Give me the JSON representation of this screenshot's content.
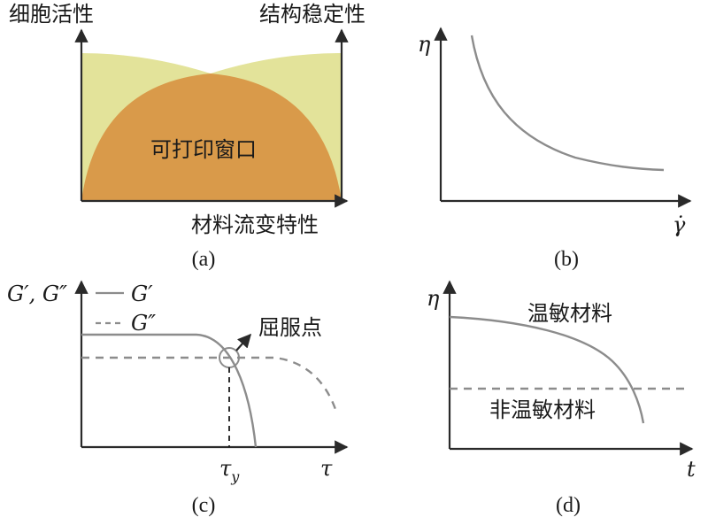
{
  "colors": {
    "outer_region": "#e3e39a",
    "window_region": "#d99a4a",
    "curve": "#8c8c8c",
    "axis": "#2a2a2a"
  },
  "panel_a": {
    "y_left_label": "细胞活性",
    "y_right_label": "结构稳定性",
    "x_label": "材料流变特性",
    "region_label": "可打印窗口",
    "caption": "(a)"
  },
  "panel_b": {
    "y_label": "η",
    "x_label": "γ̇",
    "caption": "(b)"
  },
  "panel_c": {
    "y_label": "G′, G″",
    "legend_solid": "G′",
    "legend_dashed": "G″",
    "annotation": "屈服点",
    "tick_label": "τ",
    "tick_sub": "y",
    "x_label": "τ",
    "caption": "(c)"
  },
  "panel_d": {
    "y_label": "η",
    "x_label": "t",
    "curve_label": "温敏材料",
    "dashed_label": "非温敏材料",
    "caption": "(d)"
  }
}
